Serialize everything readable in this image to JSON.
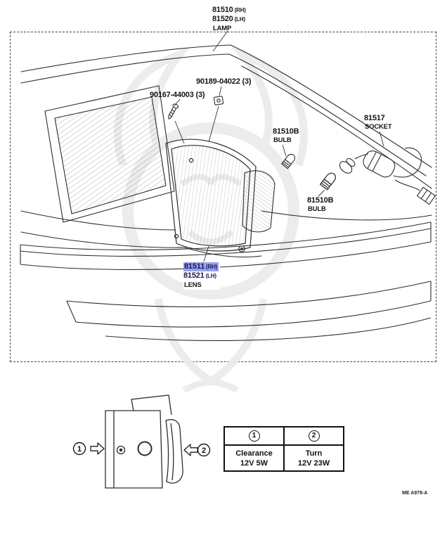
{
  "header": {
    "rh_num": "81510",
    "rh_suffix": "(RH)",
    "lh_num": "81520",
    "lh_suffix": "(LH)",
    "name": "LAMP"
  },
  "parts": {
    "clip": "90189-04022 (3)",
    "screw": "90167-44003 (3)",
    "bulb_upper": {
      "num": "81510B",
      "name": "BULB"
    },
    "socket": {
      "num": "81517",
      "name": "SOCKET"
    },
    "bulb_lower": {
      "num": "81510B",
      "name": "BULB"
    },
    "lens": {
      "rh_num": "81511",
      "rh_suffix": "(RH)",
      "lh_num": "81521",
      "lh_suffix": "(LH)",
      "name": "LENS"
    }
  },
  "callouts": {
    "one": "1",
    "two": "2"
  },
  "legend": {
    "columns": [
      {
        "num": "1",
        "name": "Clearance",
        "spec": "12V 5W"
      },
      {
        "num": "2",
        "name": "Turn",
        "spec": "12V 23W"
      }
    ]
  },
  "footer": {
    "code": "ME A979-A"
  },
  "colors": {
    "highlight": "#98a1e6",
    "highlight_text": "#17175e"
  }
}
